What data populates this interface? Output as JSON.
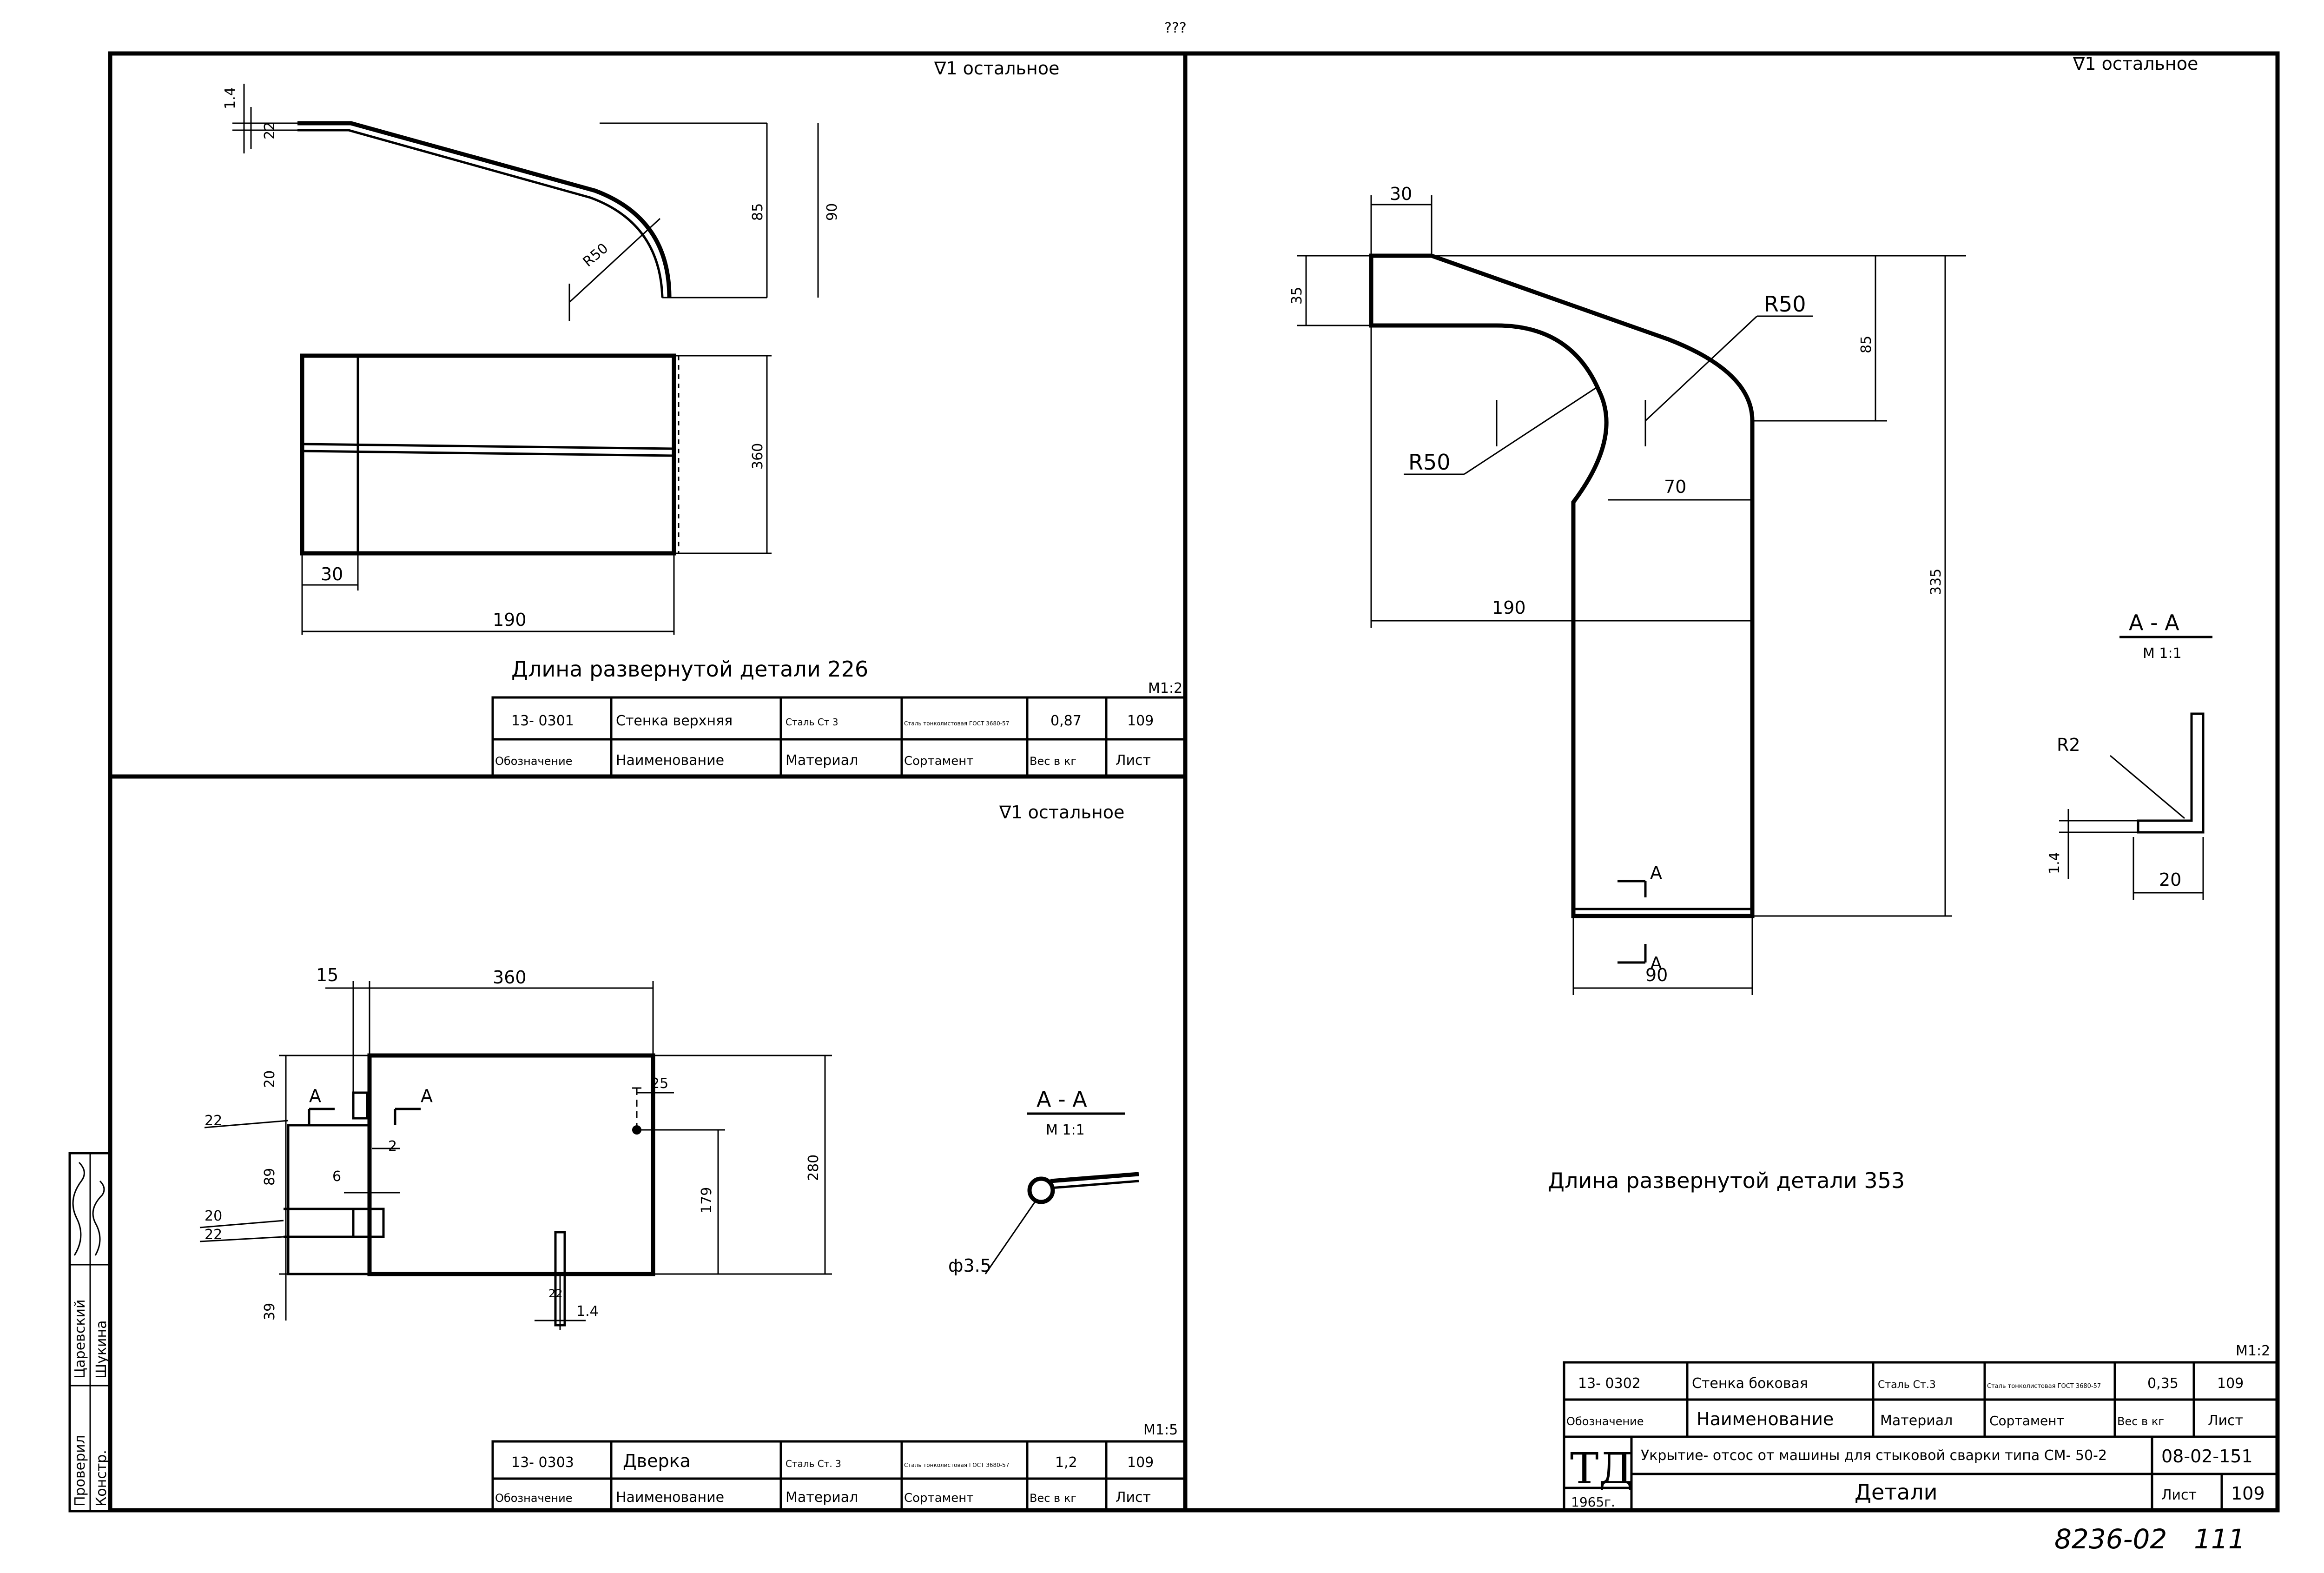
{
  "top_mark": "???",
  "surface_notes": {
    "q1": "∇1 остальное",
    "q2": "∇1 остальное",
    "q3": "∇1 остальное"
  },
  "q1": {
    "dims": {
      "t1": "1.4",
      "t2": "22",
      "r": "R50",
      "h85": "85",
      "h90": "90",
      "h360": "360",
      "w30": "30",
      "w190": "190"
    },
    "length_note": "Длина развернутой детали 226",
    "scale": "M1:2",
    "row": {
      "code": "13- 0301",
      "name": "Стенка верхняя",
      "material": "Сталь Ст 3",
      "sortament": "Сталь тонколистовая ГОСТ 3680-57",
      "weight": "0,87",
      "sheet": "109"
    },
    "header": {
      "designation": "Обозначение",
      "name": "Наименование",
      "material": "Материал",
      "sortament": "Сортамент",
      "weight": "Вес в кг",
      "sheet": "Лист"
    }
  },
  "q2": {
    "dims": {
      "w15": "15",
      "w360": "360",
      "a1": "А",
      "a2": "А",
      "d20a": "20",
      "d22a": "22",
      "d89": "89",
      "d2": "2",
      "d6": "6",
      "d20b": "20",
      "d22b": "22",
      "d39": "39",
      "d25": "25",
      "d179": "179",
      "d280": "280",
      "d22c": "22",
      "d14": "1.4"
    },
    "section": {
      "title": "А - А",
      "scale": "М 1:1",
      "dia": "ф3.5"
    },
    "scale": "M1:5",
    "row": {
      "code": "13- 0303",
      "name": "Дверка",
      "material": "Сталь Ст. 3",
      "sortament": "Сталь тонколистовая ГОСТ 3680-57",
      "weight": "1,2",
      "sheet": "109"
    },
    "header": {
      "designation": "Обозначение",
      "name": "Наименование",
      "material": "Материал",
      "sortament": "Сортамент",
      "weight": "Вес в кг",
      "sheet": "Лист"
    }
  },
  "q3": {
    "dims": {
      "w30": "30",
      "h35": "35",
      "r_right": "R50",
      "r_left": "R50",
      "h85": "85",
      "w70": "70",
      "w190": "190",
      "h335": "335",
      "w90": "90",
      "a1": "А",
      "a2": "А"
    },
    "section": {
      "title": "А - А",
      "scale": "М 1:1",
      "r": "R2",
      "t": "1.4",
      "w": "20"
    },
    "length_note": "Длина развернутой детали 353",
    "scale": "M1:2",
    "row": {
      "code": "13- 0302",
      "name": "Стенка боковая",
      "material": "Сталь Ст.3",
      "sortament": "Сталь тонколистовая ГОСТ 3680-57",
      "weight": "0,35",
      "sheet": "109"
    },
    "header": {
      "designation": "Обозначение",
      "name": "Наименование",
      "material": "Материал",
      "sortament": "Сортамент",
      "weight": "Вес в кг",
      "sheet": "Лист"
    }
  },
  "title_block": {
    "logo": "ТД",
    "year": "1965г.",
    "project": "Укрытие- отсос от машины для стыковой сварки типа СМ- 50-2",
    "doc_code": "08-02-151",
    "title": "Детали",
    "sheet_label": "Лист",
    "sheet_no": "109"
  },
  "side_stamp": {
    "role1": "Проверил",
    "role2": "Констр.",
    "name1": "Царевский",
    "name2": "Шукина"
  },
  "archive_number": "8236-02",
  "archive_page": "111"
}
